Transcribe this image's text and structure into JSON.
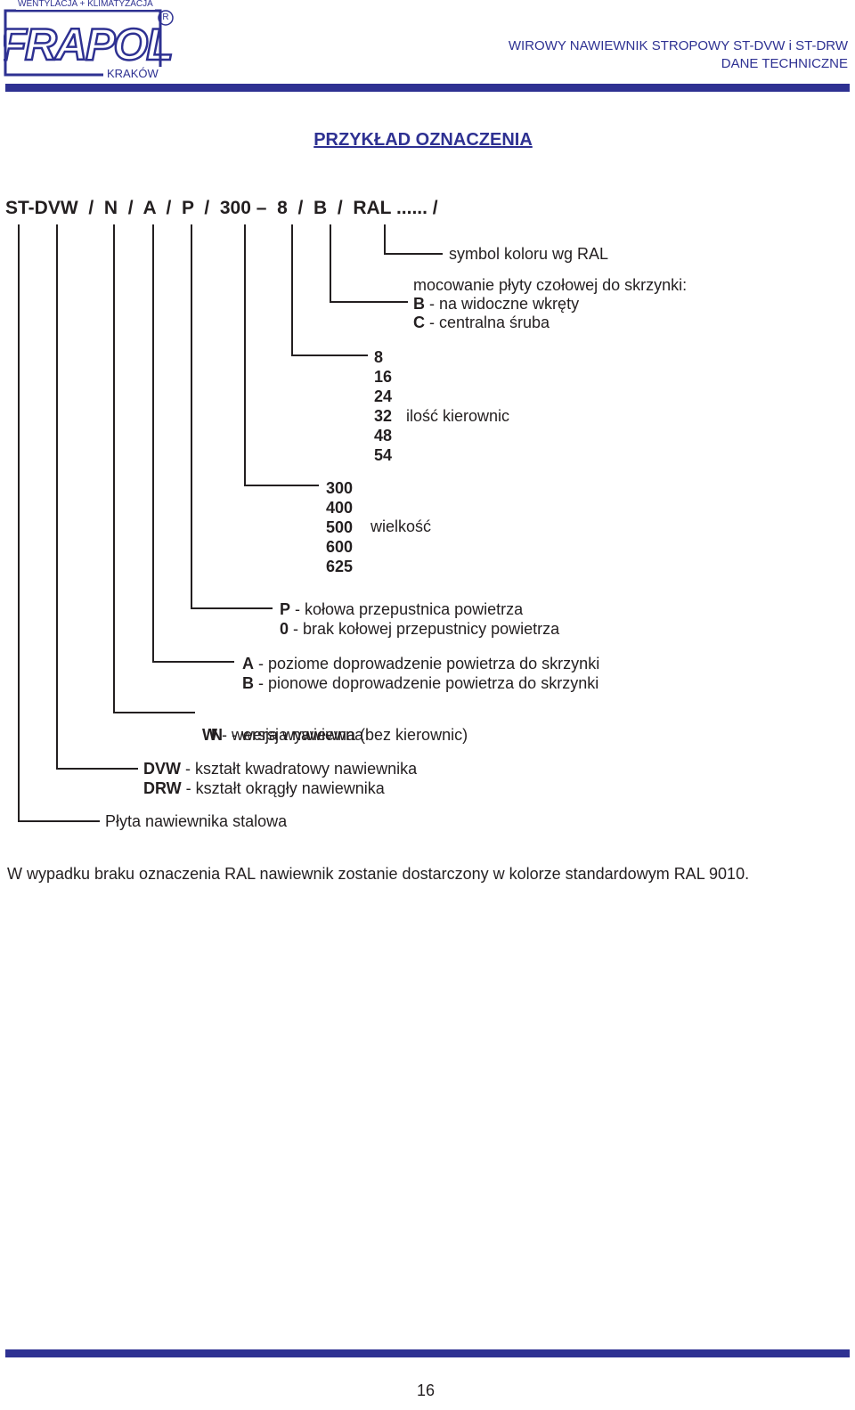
{
  "header": {
    "logo_tagline": "WENTYLACJA + KLIMATYZACJA",
    "logo_brand": "FRAPOL",
    "logo_registered": "R",
    "logo_city": "KRAKÓW",
    "title_line1": "WIROWY NAWIEWNIK STROPOWY ST-DVW i ST-DRW",
    "title_line2": "DANE TECHNICZNE",
    "accent_color": "#2e3192"
  },
  "section_title": "PRZYKŁAD OZNACZENIA",
  "code": {
    "prefix": "ST-DVW",
    "sep": "/",
    "n": "N",
    "a": "A",
    "p": "P",
    "size": "300",
    "dash": "–",
    "count": "8",
    "b": "B",
    "ral": "RAL ......",
    "end": "/"
  },
  "legend": {
    "ral_symbol": "symbol koloru wg RAL",
    "mount_title": "mocowanie płyty czołowej do skrzynki:",
    "mount_b_code": "B",
    "mount_b_text": " - na widoczne wkręty",
    "mount_c_code": "C",
    "mount_c_text": " - centralna śruba",
    "vane_counts": [
      "8",
      "16",
      "24",
      "32",
      "48",
      "54"
    ],
    "vane_label": "ilość kierownic",
    "sizes": [
      "300",
      "400",
      "500",
      "600",
      "625"
    ],
    "size_label": "wielkość",
    "damper_p_code": "P",
    "damper_p_text": " - kołowa przepustnica powietrza",
    "damper_0_code": "0",
    "damper_0_text": " - brak kołowej przepustnicy powietrza",
    "supply_a_code": "A",
    "supply_a_text": " - poziome doprowadzenie powietrza do skrzynki",
    "supply_b_code": "B",
    "supply_b_text": " - pionowe doprowadzenie powietrza do skrzynki",
    "version_n_code": "N",
    "version_n_text": "  - wersja nawiewna",
    "version_w_code": "W",
    "version_w_text": " - wersja wywiewna (bez kierownic)",
    "shape_dvw_code": "DVW",
    "shape_dvw_text": " - kształt kwadratowy nawiewnika",
    "shape_drw_code": "DRW",
    "shape_drw_text": " - kształt okrągły nawiewnika",
    "plate": "Płyta nawiewnika stalowa"
  },
  "note": "W wypadku braku oznaczenia RAL nawiewnik zostanie dostarczony w kolorze standardowym RAL 9010.",
  "page_number": "16"
}
